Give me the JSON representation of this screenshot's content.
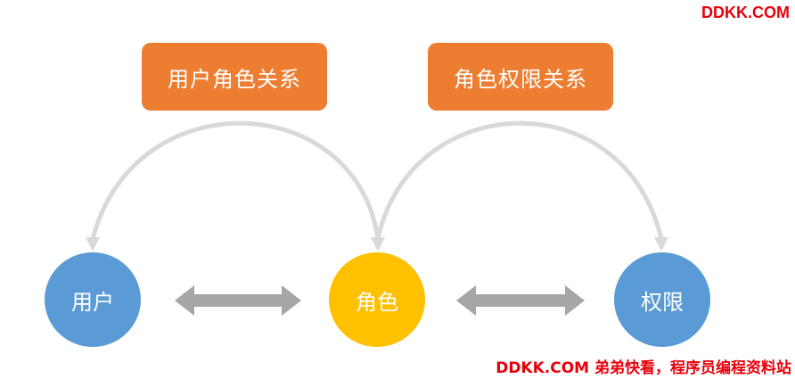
{
  "labels": {
    "user_role": "用户角色关系",
    "role_permission": "角色权限关系"
  },
  "nodes": {
    "user": "用户",
    "role": "角色",
    "permission": "权限"
  },
  "watermarks": {
    "top": "DDKK.COM",
    "bottom": "DDKK.COM 弟弟快看，程序员编程资料站"
  },
  "colors": {
    "label_box": "#ed7d31",
    "user_node": "#5b9bd5",
    "role_node": "#ffc000",
    "permission_node": "#5b9bd5",
    "arc": "#d9d9d9",
    "double_arrow": "#a6a6a6",
    "watermark": "#e8000b"
  }
}
